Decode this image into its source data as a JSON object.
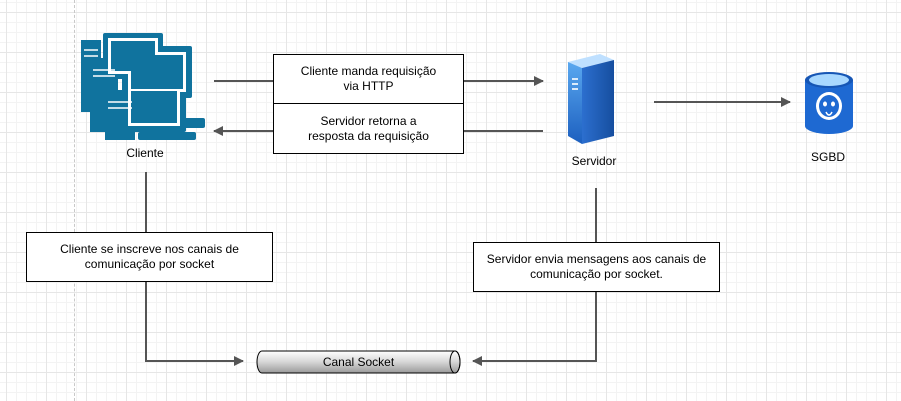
{
  "nodes": {
    "cliente": {
      "label": "Cliente"
    },
    "servidor": {
      "label": "Servidor"
    },
    "sgbd": {
      "label": "SGBD"
    }
  },
  "boxes": {
    "request": "Cliente manda requisição\nvia HTTP",
    "response": "Servidor retorna a\nresposta da requisição",
    "subscribe": "Cliente se inscreve nos canais de\ncomunicação por socket",
    "server_send": "Servidor envia mensagens aos canais de\ncomunicação por socket."
  },
  "channel": {
    "label": "Canal Socket"
  },
  "colors": {
    "cliente_icon": "#10739e",
    "servidor_icon": "#2f7dd8",
    "sgbd_icon": "#1e69d2",
    "edge": "#555555"
  }
}
